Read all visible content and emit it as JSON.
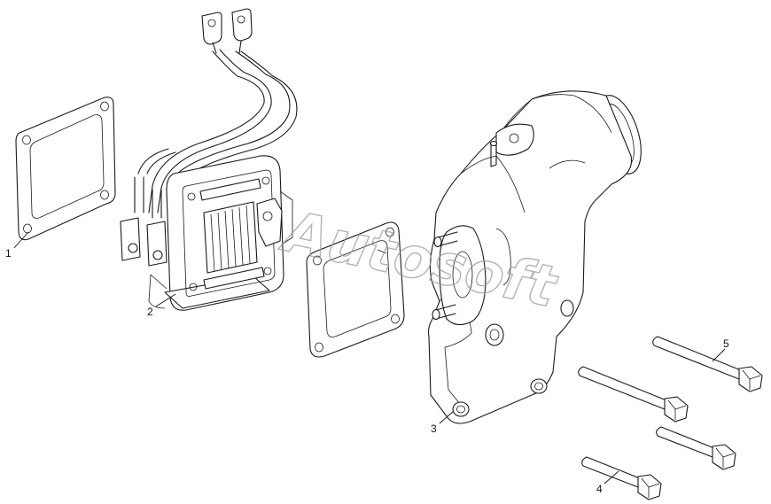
{
  "watermark": "Autosoft",
  "callouts": [
    {
      "id": "1",
      "label": "1"
    },
    {
      "id": "2",
      "label": "2"
    },
    {
      "id": "3",
      "label": "3"
    },
    {
      "id": "4",
      "label": "4"
    },
    {
      "id": "5",
      "label": "5"
    }
  ]
}
